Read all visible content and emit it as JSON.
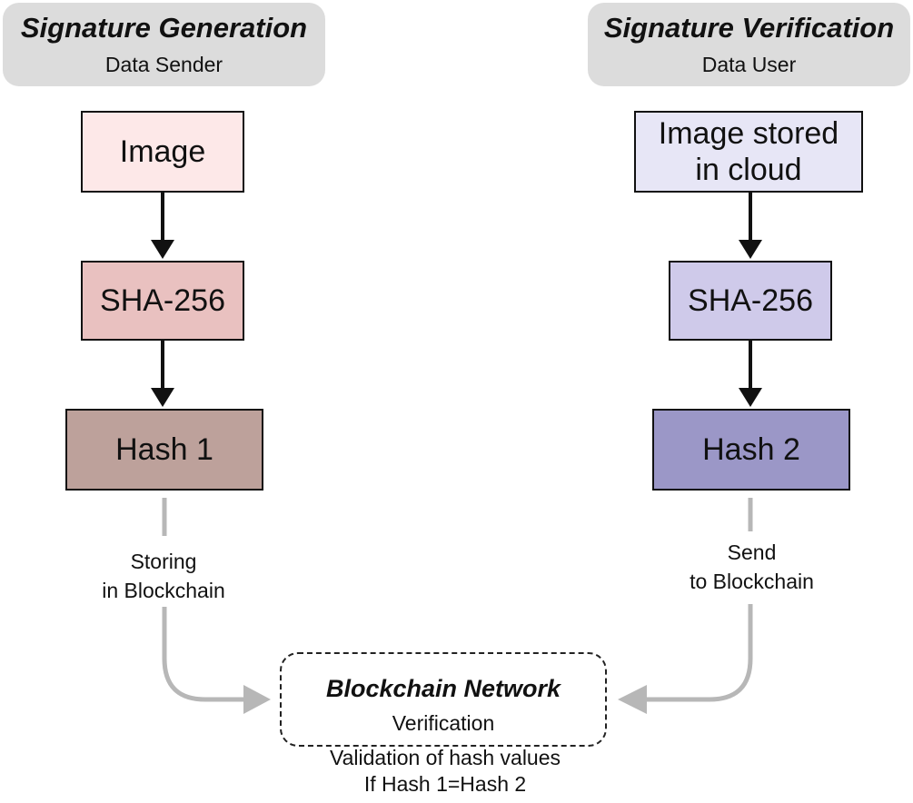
{
  "left_column": {
    "header_title": "Signature Generation",
    "header_subtitle": "Data Sender",
    "step1": "Image",
    "step2": "SHA-256",
    "step3": "Hash 1",
    "edge_label_line1": "Storing",
    "edge_label_line2": "in Blockchain"
  },
  "right_column": {
    "header_title": "Signature Verification",
    "header_subtitle": "Data User",
    "step1_line1": "Image stored",
    "step1_line2": "in cloud",
    "step2": "SHA-256",
    "step3": "Hash 2",
    "edge_label_line1": "Send",
    "edge_label_line2": "to Blockchain"
  },
  "blockchain": {
    "title": "Blockchain Network",
    "subtitle": "Verification",
    "note_line1": "Validation of hash values",
    "note_line2": "If Hash 1=Hash 2"
  },
  "colors": {
    "image_box": "#fde8e8",
    "sha_left_box": "#e9c1c0",
    "hash1_box": "#bda19b",
    "image_cloud_box": "#e7e6f6",
    "sha_right_box": "#cfcaea",
    "hash2_box": "#9b97c7",
    "header_bg": "#dcdcdc",
    "gray_connector": "#b7b7b7"
  }
}
